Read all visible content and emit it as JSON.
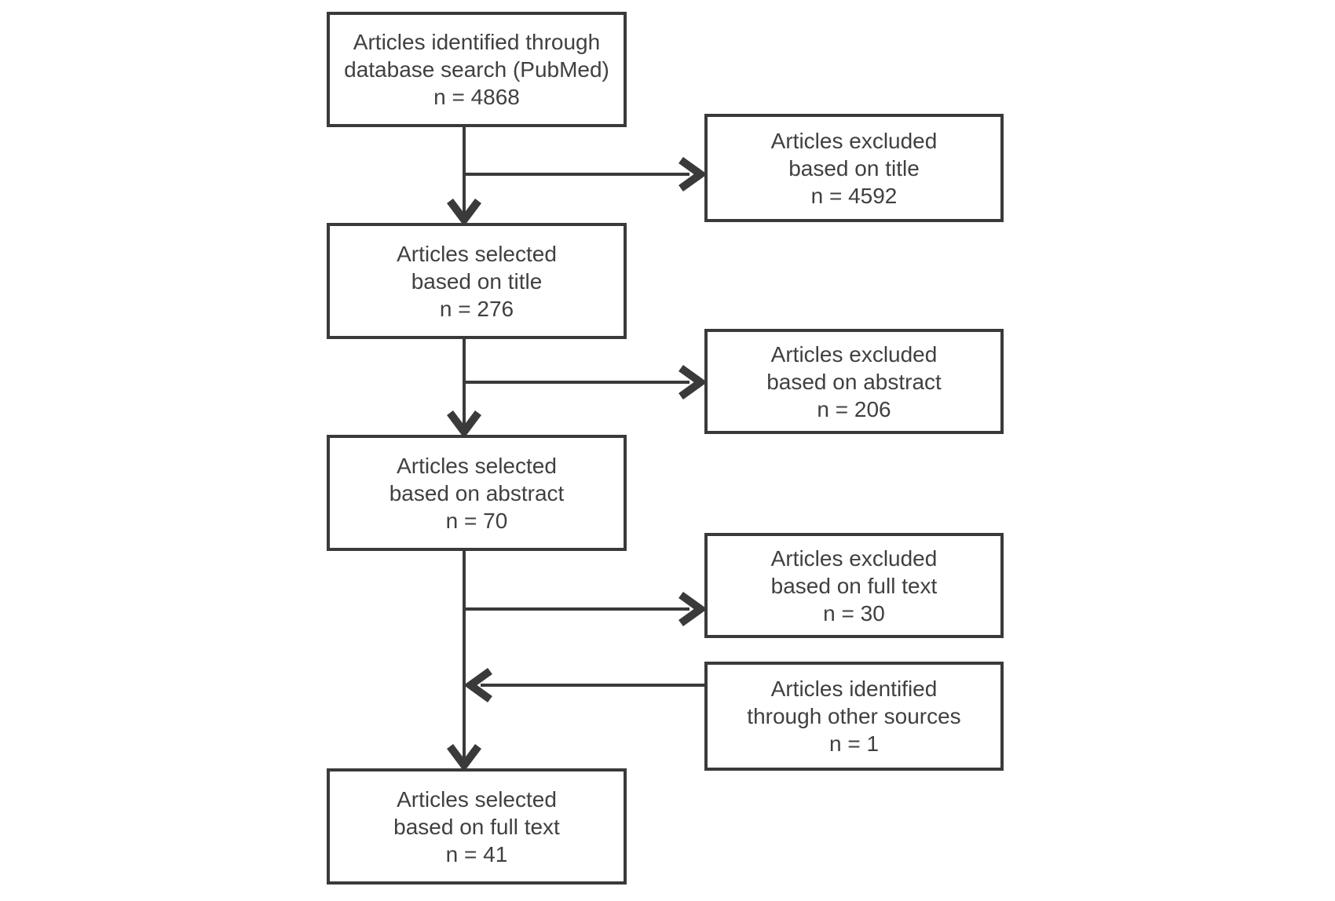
{
  "diagram": {
    "type": "flowchart",
    "colors": {
      "line": "#3a3a3a",
      "text": "#404040",
      "background": "#ffffff"
    },
    "nodes": [
      {
        "id": "identified-database",
        "lines": [
          "Articles identified through",
          "database search (PubMed)"
        ],
        "count": "n = 4868"
      },
      {
        "id": "excluded-title",
        "lines": [
          "Articles excluded",
          "based on title"
        ],
        "count": "n = 4592"
      },
      {
        "id": "selected-title",
        "lines": [
          "Articles selected",
          "based on title"
        ],
        "count": "n = 276"
      },
      {
        "id": "excluded-abstract",
        "lines": [
          "Articles excluded",
          "based on abstract"
        ],
        "count": "n = 206"
      },
      {
        "id": "selected-abstract",
        "lines": [
          "Articles selected",
          "based on abstract"
        ],
        "count": "n = 70"
      },
      {
        "id": "excluded-full-text",
        "lines": [
          "Articles excluded",
          "based on full text"
        ],
        "count": "n = 30"
      },
      {
        "id": "other-sources",
        "lines": [
          "Articles identified",
          "through other sources"
        ],
        "count": "n = 1"
      },
      {
        "id": "selected-full-text",
        "lines": [
          "Articles selected",
          "based on full text"
        ],
        "count": "n = 41"
      }
    ],
    "edges": [
      {
        "from": "identified-database",
        "to": "selected-title",
        "direction": "down"
      },
      {
        "from": "identified-database",
        "to": "excluded-title",
        "direction": "right"
      },
      {
        "from": "selected-title",
        "to": "selected-abstract",
        "direction": "down"
      },
      {
        "from": "selected-title",
        "to": "excluded-abstract",
        "direction": "right"
      },
      {
        "from": "selected-abstract",
        "to": "selected-full-text",
        "direction": "down"
      },
      {
        "from": "selected-abstract",
        "to": "excluded-full-text",
        "direction": "right"
      },
      {
        "from": "other-sources",
        "to": "selected-full-text",
        "direction": "left-into-main-flow"
      }
    ]
  }
}
